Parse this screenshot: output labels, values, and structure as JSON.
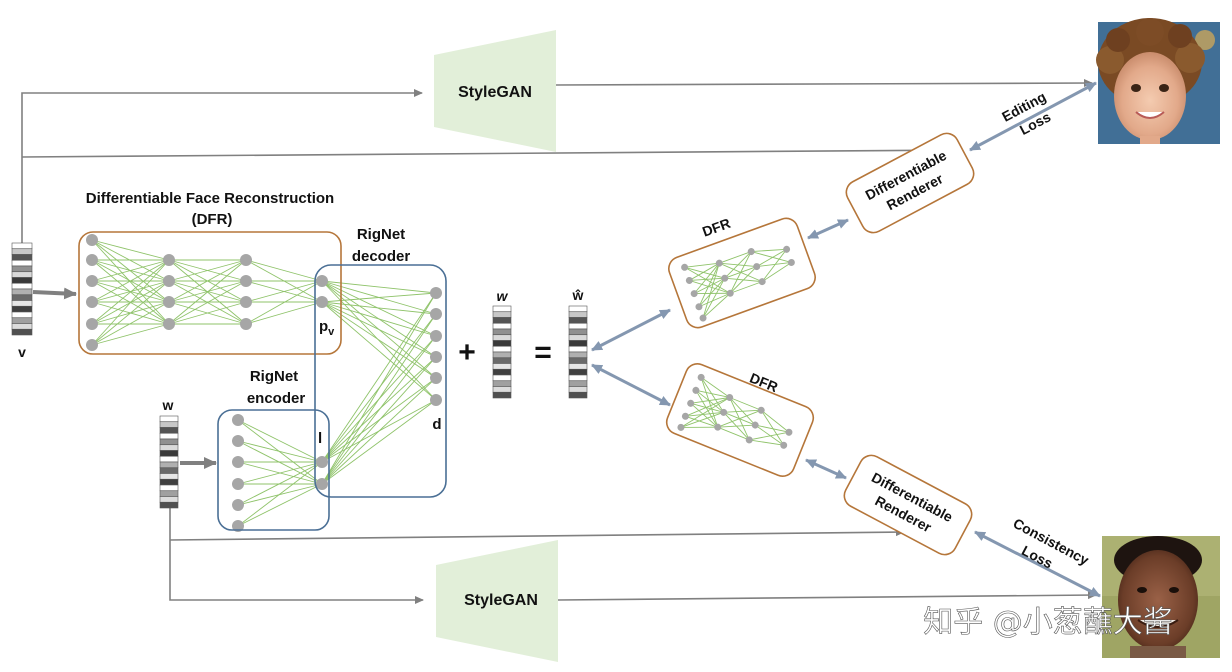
{
  "labels": {
    "stylegan_top": "StyleGAN",
    "stylegan_bottom": "StyleGAN",
    "dfr_title_line1": "Differentiable Face Reconstruction",
    "dfr_title_line2": "(DFR)",
    "rignet_decoder_line1": "RigNet",
    "rignet_decoder_line2": "decoder",
    "rignet_encoder_line1": "RigNet",
    "rignet_encoder_line2": "encoder",
    "v_label": "v",
    "w_label_left": "w",
    "w_label_mid": "w",
    "w_hat_label": "ŵ",
    "pv_label": "p",
    "pv_sub": "v",
    "l_label": "l",
    "d_label": "d",
    "plus": "+",
    "equals": "=",
    "dfr_top": "DFR",
    "dfr_bottom": "DFR",
    "renderer_top_line1": "Differentiable",
    "renderer_top_line2": "Renderer",
    "renderer_bottom_line1": "Differentiable",
    "renderer_bottom_line2": "Renderer",
    "editing_loss_line1": "Editing",
    "editing_loss_line2": "Loss",
    "consistency_loss_line1": "Consistency",
    "consistency_loss_line2": "Loss",
    "watermark": "知乎 @小葱蘸大酱"
  },
  "colors": {
    "network_box": "#b5763a",
    "rignet_box": "#4a6f95",
    "stylegan_fill": "#e2efd9",
    "edge": "#8fc36a",
    "node": "#a6a6a6",
    "arrow": "#808080",
    "bidir_arrow": "#8497b0"
  },
  "images": {
    "top_face": "smiling-curly-haired-child-photo",
    "bottom_face": "smiling-man-photo"
  }
}
